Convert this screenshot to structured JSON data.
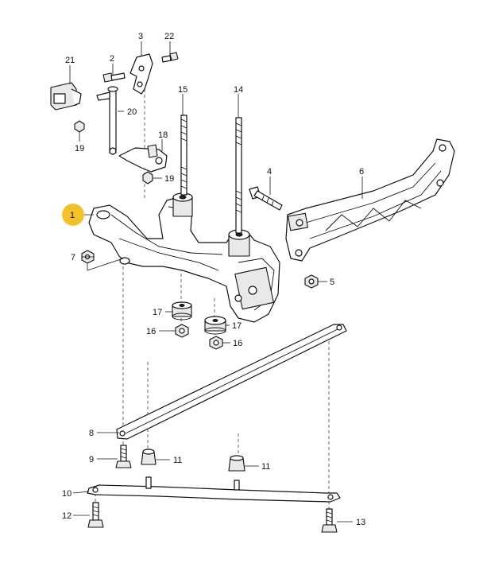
{
  "callouts": {
    "c1": "1",
    "c2": "2",
    "c3": "3",
    "c4": "4",
    "c5": "5",
    "c6": "6",
    "c7": "7",
    "c8": "8",
    "c9": "9",
    "c10": "10",
    "c11a": "11",
    "c11b": "11",
    "c12": "12",
    "c13": "13",
    "c14": "14",
    "c15": "15",
    "c16a": "16",
    "c16b": "16",
    "c17a": "17",
    "c17b": "17",
    "c18": "18",
    "c19a": "19",
    "c19b": "19",
    "c20": "20",
    "c21": "21",
    "c22": "22"
  },
  "colors": {
    "highlight": "#f2c12e",
    "line": "#111111"
  },
  "highlighted_callout": "1"
}
